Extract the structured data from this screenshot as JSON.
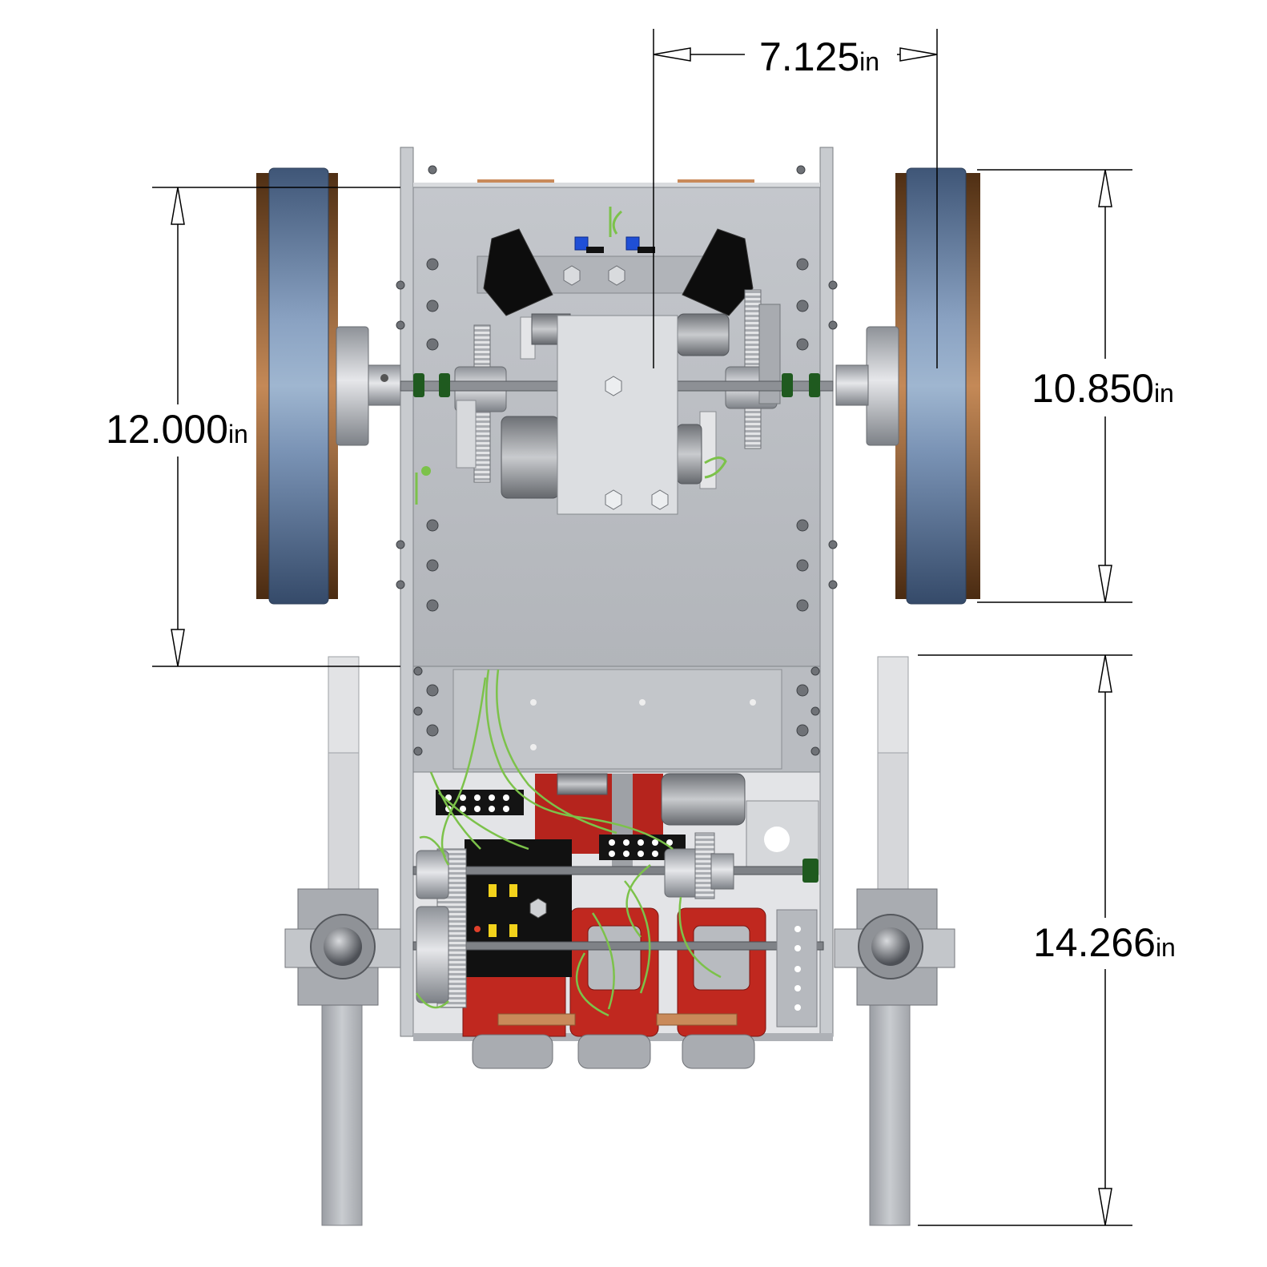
{
  "dimensions": {
    "top_width": {
      "value": "7.125",
      "unit": "in"
    },
    "left_height": {
      "value": "12.000",
      "unit": "in"
    },
    "right_wheel_height": {
      "value": "10.850",
      "unit": "in"
    },
    "right_leg_height": {
      "value": "14.266",
      "unit": "in"
    }
  },
  "colors": {
    "wheel_tread": "#5a7396",
    "wheel_tread_light": "#9fb6d0",
    "wheel_rim": "#8a5a33",
    "chassis": "#bcbfc4",
    "chassis_dark": "#8d9096",
    "leg": "#b3b6bb",
    "bracket_red": "#c0281f",
    "wire_green": "#7cc24a",
    "switch_blue": "#1f4fd6",
    "dim_line": "#000000"
  }
}
